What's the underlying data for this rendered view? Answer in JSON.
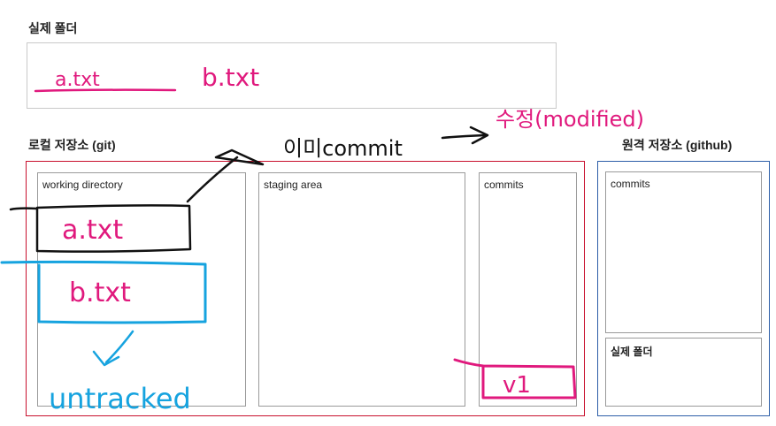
{
  "headings": {
    "real_folder": "실제 폴더",
    "local_repo": "로컬 저장소 (git)",
    "remote_repo": "원격 저장소 (github)"
  },
  "local_panels": {
    "working_directory": "working directory",
    "staging_area": "staging area",
    "commits": "commits"
  },
  "remote_panels": {
    "commits": "commits",
    "real_folder": "실제 폴더"
  },
  "handwriting": {
    "top_file_a": "a.txt",
    "top_file_b": "b.txt",
    "file_a": "a.txt",
    "file_b": "b.txt",
    "already_commit": "이미commit",
    "modified": "수정(modified)",
    "untracked": "untracked",
    "commit_v1": "v1"
  },
  "colors": {
    "pink": "#e0197d",
    "blue": "#16a3df",
    "black": "#111111",
    "local_border": "#c8102e",
    "remote_border": "#2d5ea8",
    "gray_border": "#9a9a9a"
  }
}
